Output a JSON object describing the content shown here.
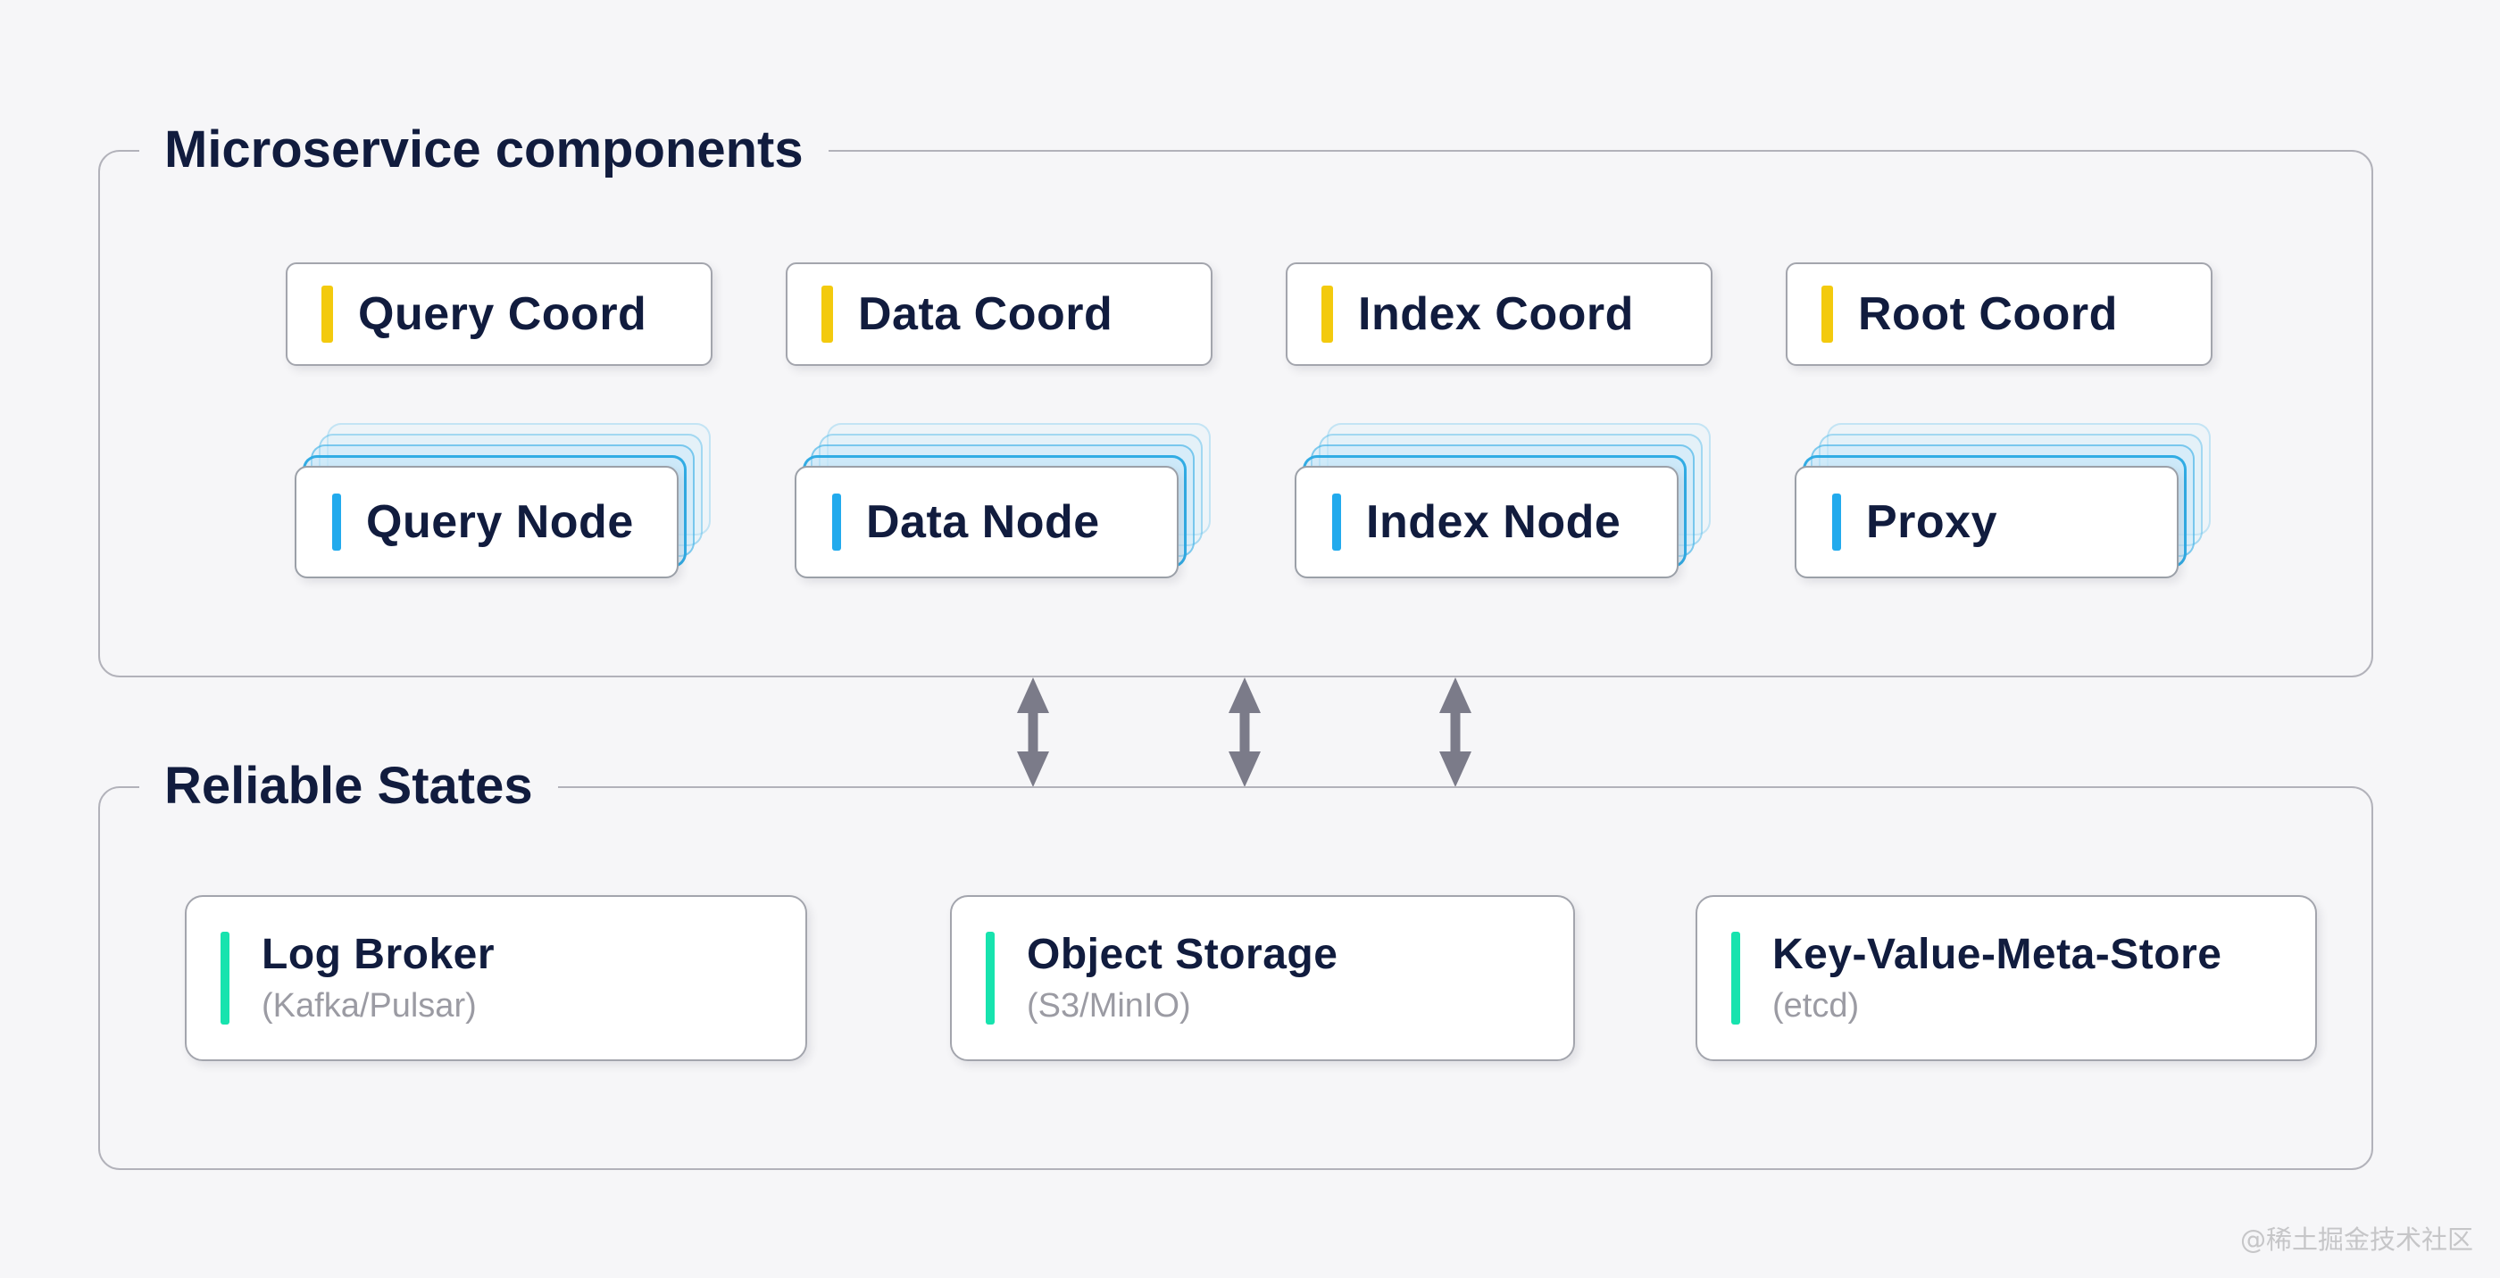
{
  "page": {
    "watermark": "@稀土掘金技术社区"
  },
  "microservice": {
    "title": "Microservice components",
    "coordinators": [
      {
        "label": "Query Coord"
      },
      {
        "label": "Data Coord"
      },
      {
        "label": "Index Coord"
      },
      {
        "label": "Root Coord"
      }
    ],
    "nodes": [
      {
        "label": "Query Node"
      },
      {
        "label": "Data Node"
      },
      {
        "label": "Index Node"
      },
      {
        "label": "Proxy"
      }
    ]
  },
  "reliable": {
    "title": "Reliable States",
    "stores": [
      {
        "label": "Log Broker",
        "sublabel": "(Kafka/Pulsar)"
      },
      {
        "label": "Object Storage",
        "sublabel": "(S3/MinIO)"
      },
      {
        "label": "Key-Value-Meta-Store",
        "sublabel": "(etcd)"
      }
    ]
  },
  "arrows": {
    "count": 3,
    "direction": "bidirectional-vertical"
  },
  "colors": {
    "background": "#f6f6f8",
    "text_dark": "#111c3e",
    "text_gray": "#9b9ba3",
    "accent_yellow": "#f3ca0e",
    "accent_blue": "#22aaed",
    "accent_green": "#17e3ae",
    "arrow_gray": "#7b7b89",
    "section_border": "#b2b2ba",
    "card_border": "#a3a5ad",
    "watermark_gray": "#c6c6c8"
  }
}
